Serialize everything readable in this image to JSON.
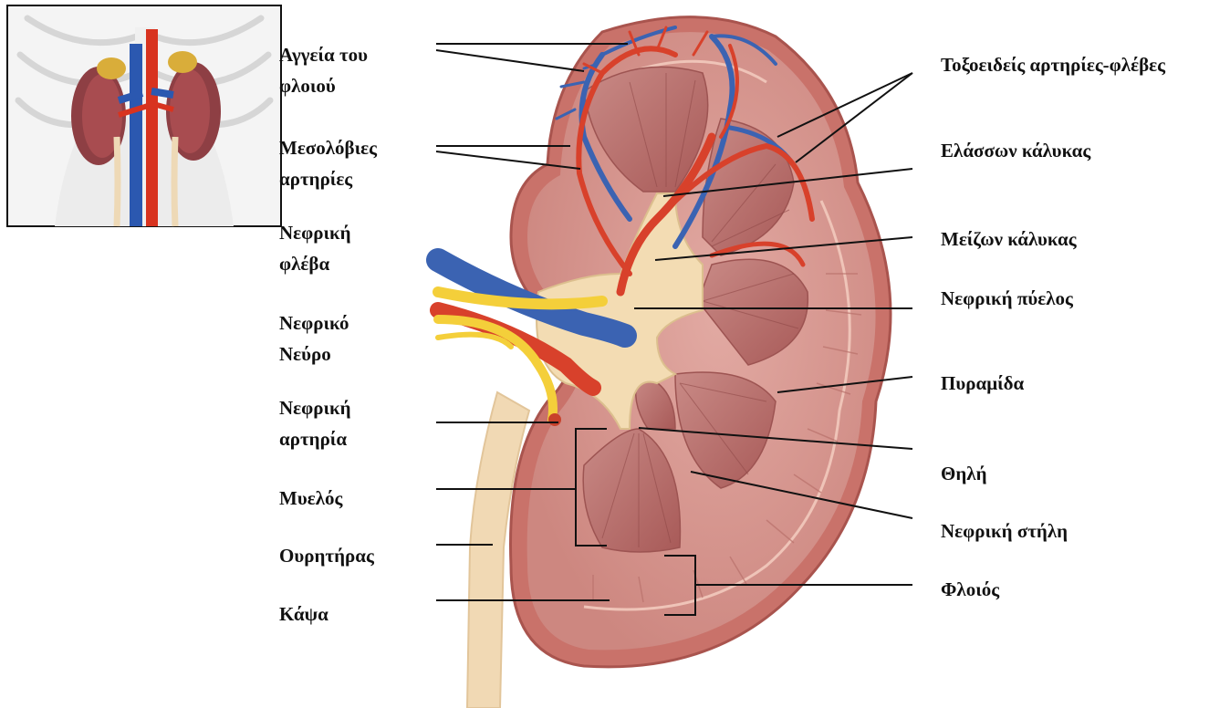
{
  "labels": {
    "cortex_vessels": [
      "Αγγεία του",
      "φλοιού"
    ],
    "interlobar_arteries": [
      "Μεσολόβιες",
      "αρτηρίες"
    ],
    "renal_vein": [
      "Νεφρική",
      "φλέβα"
    ],
    "renal_nerve": [
      "Νεφρικό",
      "Νεύρο"
    ],
    "renal_artery": [
      "Νεφρική",
      "αρτηρία"
    ],
    "medulla": "Μυελός",
    "ureter": "Ουρητήρας",
    "capsule": "Κάψα",
    "arcuate_vessels": "Τοξοειδείς αρτηρίες-φλέβες",
    "minor_calyx": "Ελάσσων κάλυκας",
    "major_calyx": "Μείζων κάλυκας",
    "renal_pelvis": "Νεφρική πύελος",
    "pyramid": "Πυραμίδα",
    "papilla": "Θηλή",
    "renal_column": "Νεφρική στήλη",
    "cortex": "Φλοιός"
  },
  "colors": {
    "capsule": "#c9726a",
    "cortex": "#d79690",
    "pyramid": "#bd6f6c",
    "pelvis": "#f3dcb3",
    "artery": "#d8412b",
    "vein": "#3b63b2",
    "nerve": "#f4cf3a",
    "ureter": "#f1d9b4",
    "leader": "#111111"
  }
}
